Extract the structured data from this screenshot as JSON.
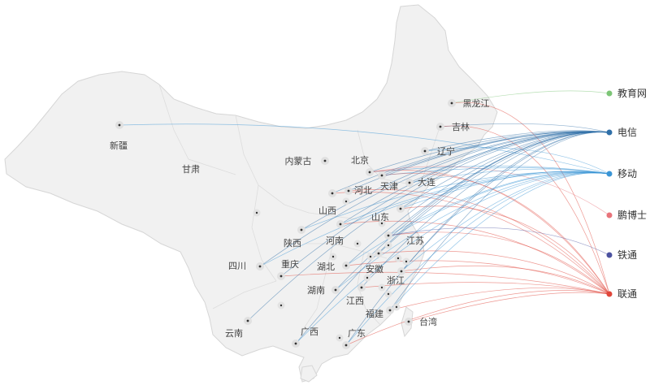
{
  "map": {
    "provinces": [
      {
        "id": "xinjiang",
        "label": "新疆"
      },
      {
        "id": "gansu",
        "label": "甘肃"
      },
      {
        "id": "neimenggu",
        "label": "内蒙古"
      },
      {
        "id": "heilongjiang",
        "label": "黑龙江"
      },
      {
        "id": "jilin",
        "label": "吉林"
      },
      {
        "id": "liaoning",
        "label": "辽宁"
      },
      {
        "id": "beijing",
        "label": "北京"
      },
      {
        "id": "tianjin",
        "label": "天津"
      },
      {
        "id": "hebei",
        "label": "河北"
      },
      {
        "id": "dalian",
        "label": "大连"
      },
      {
        "id": "shanxi",
        "label": "山西"
      },
      {
        "id": "shandong",
        "label": "山东"
      },
      {
        "id": "shaanxi",
        "label": "陕西"
      },
      {
        "id": "henan",
        "label": "河南"
      },
      {
        "id": "jiangsu",
        "label": "江苏"
      },
      {
        "id": "sichuan",
        "label": "四川"
      },
      {
        "id": "chongqing",
        "label": "重庆"
      },
      {
        "id": "hubei",
        "label": "湖北"
      },
      {
        "id": "anhui",
        "label": "安徽"
      },
      {
        "id": "zhejiang",
        "label": "浙江"
      },
      {
        "id": "hunan",
        "label": "湖南"
      },
      {
        "id": "jiangxi",
        "label": "江西"
      },
      {
        "id": "fujian",
        "label": "福建"
      },
      {
        "id": "taiwan",
        "label": "台湾"
      },
      {
        "id": "guangxi",
        "label": "广西"
      },
      {
        "id": "guangdong",
        "label": "广东"
      },
      {
        "id": "yunnan",
        "label": "云南"
      }
    ],
    "isps": [
      {
        "id": "edu",
        "label": "教育网",
        "color": "#7cc576"
      },
      {
        "id": "telecom",
        "label": "电信",
        "color": "#2f6fa8"
      },
      {
        "id": "mobile",
        "label": "移动",
        "color": "#3a95d6"
      },
      {
        "id": "drpeng",
        "label": "鹏博士",
        "color": "#e8737a"
      },
      {
        "id": "railcom",
        "label": "铁通",
        "color": "#4b52a0"
      },
      {
        "id": "unicom",
        "label": "联通",
        "color": "#e0463a"
      }
    ]
  }
}
